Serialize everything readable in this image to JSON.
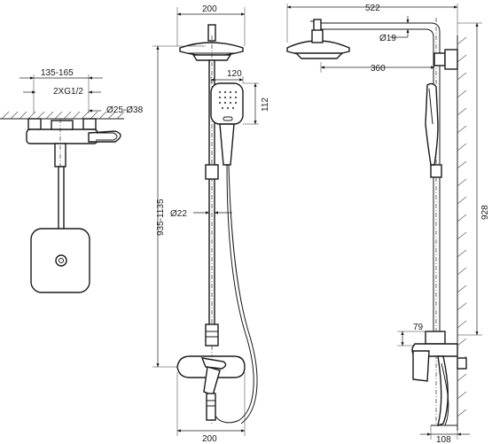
{
  "left_view": {
    "dim_spacing": "135-165",
    "dim_thread": "2XG1/2",
    "dim_diameter": "Ø25-Ø38"
  },
  "front_view": {
    "dim_head_width": "200",
    "dim_handshower_width": "120",
    "dim_handshower_height": "112",
    "dim_height_range": "935-1135",
    "dim_rail_diameter": "Ø22",
    "dim_mixer_width": "200"
  },
  "side_view": {
    "dim_arm_reach": "522",
    "dim_pipe_diameter": "Ø19",
    "dim_head_offset": "360",
    "dim_total_height": "928",
    "dim_mixer_height": "79",
    "dim_wall_offset": "108"
  }
}
